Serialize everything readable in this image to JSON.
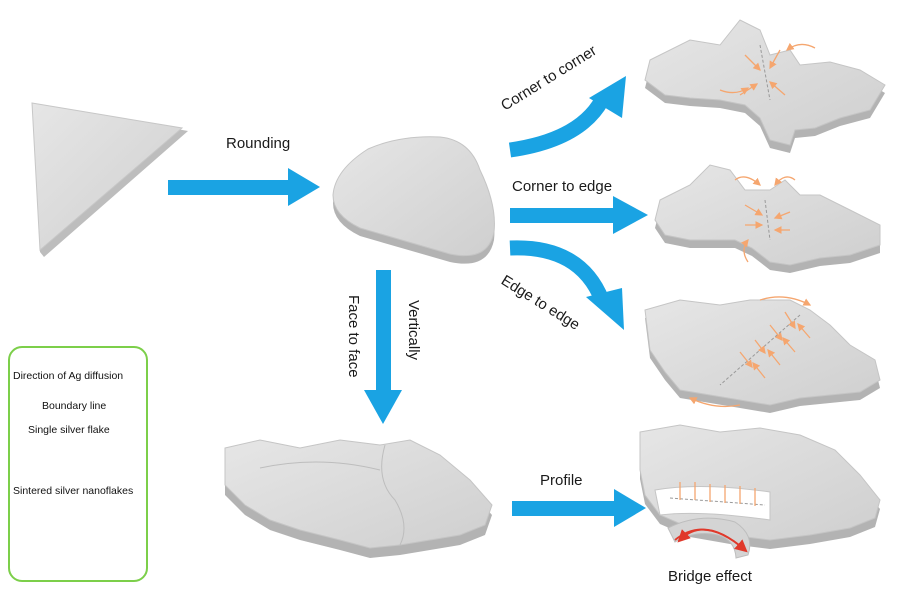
{
  "labels": {
    "rounding": "Rounding",
    "corner_to_corner": "Corner to corner",
    "corner_to_edge": "Corner to edge",
    "edge_to_edge": "Edge to edge",
    "face_to_face": "Face to face",
    "vertically": "Vertically",
    "profile": "Profile",
    "bridge_effect": "Bridge effect"
  },
  "legend": {
    "diffusion": "Direction of Ag diffusion",
    "boundary": "Boundary line",
    "single_flake": "Single silver flake",
    "sintered": "Sintered silver nanoflakes"
  },
  "colors": {
    "arrow_blue": "#1aa3e3",
    "flake_top": "#d9d9d9",
    "flake_side": "#b4b4b4",
    "diffusion_orange": "#f5a66f",
    "bridge_red": "#e0392b",
    "legend_border": "#7ccf4a"
  }
}
